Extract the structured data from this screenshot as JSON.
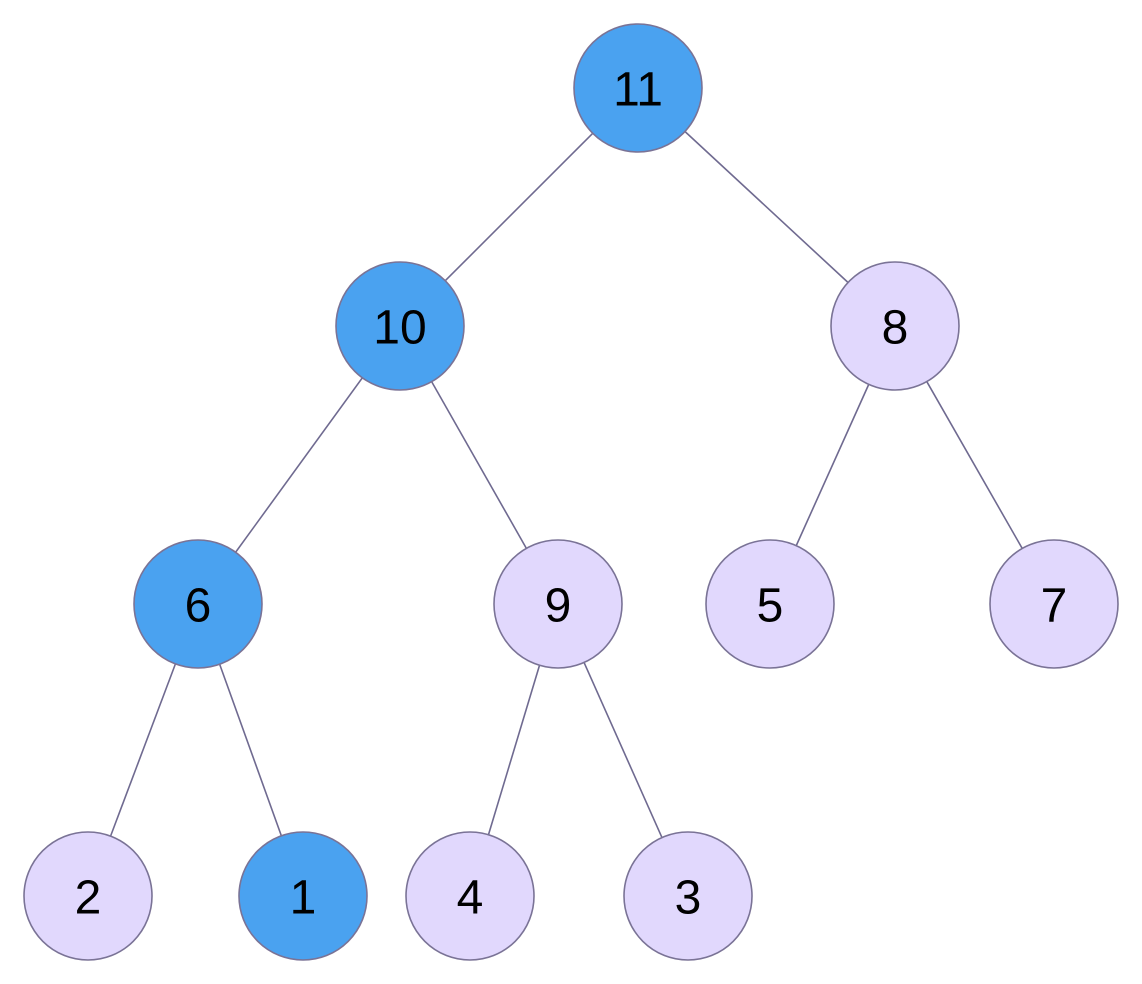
{
  "colors": {
    "highlighted": "#4aa2f0",
    "normal": "#e1d8fd",
    "stroke": "#7a7396",
    "edge": "#6f6a90",
    "text": "#000000"
  },
  "tree": {
    "nodes": [
      {
        "id": "n11",
        "label": "11",
        "highlighted": true
      },
      {
        "id": "n10",
        "label": "10",
        "highlighted": true
      },
      {
        "id": "n8",
        "label": "8",
        "highlighted": false
      },
      {
        "id": "n6",
        "label": "6",
        "highlighted": true
      },
      {
        "id": "n9",
        "label": "9",
        "highlighted": false
      },
      {
        "id": "n5",
        "label": "5",
        "highlighted": false
      },
      {
        "id": "n7",
        "label": "7",
        "highlighted": false
      },
      {
        "id": "n2",
        "label": "2",
        "highlighted": false
      },
      {
        "id": "n1",
        "label": "1",
        "highlighted": true
      },
      {
        "id": "n4",
        "label": "4",
        "highlighted": false
      },
      {
        "id": "n3",
        "label": "3",
        "highlighted": false
      }
    ],
    "edges": [
      {
        "from": "n11",
        "to": "n10"
      },
      {
        "from": "n11",
        "to": "n8"
      },
      {
        "from": "n10",
        "to": "n6"
      },
      {
        "from": "n10",
        "to": "n9"
      },
      {
        "from": "n8",
        "to": "n5"
      },
      {
        "from": "n8",
        "to": "n7"
      },
      {
        "from": "n6",
        "to": "n2"
      },
      {
        "from": "n6",
        "to": "n1"
      },
      {
        "from": "n9",
        "to": "n4"
      },
      {
        "from": "n9",
        "to": "n3"
      }
    ]
  }
}
